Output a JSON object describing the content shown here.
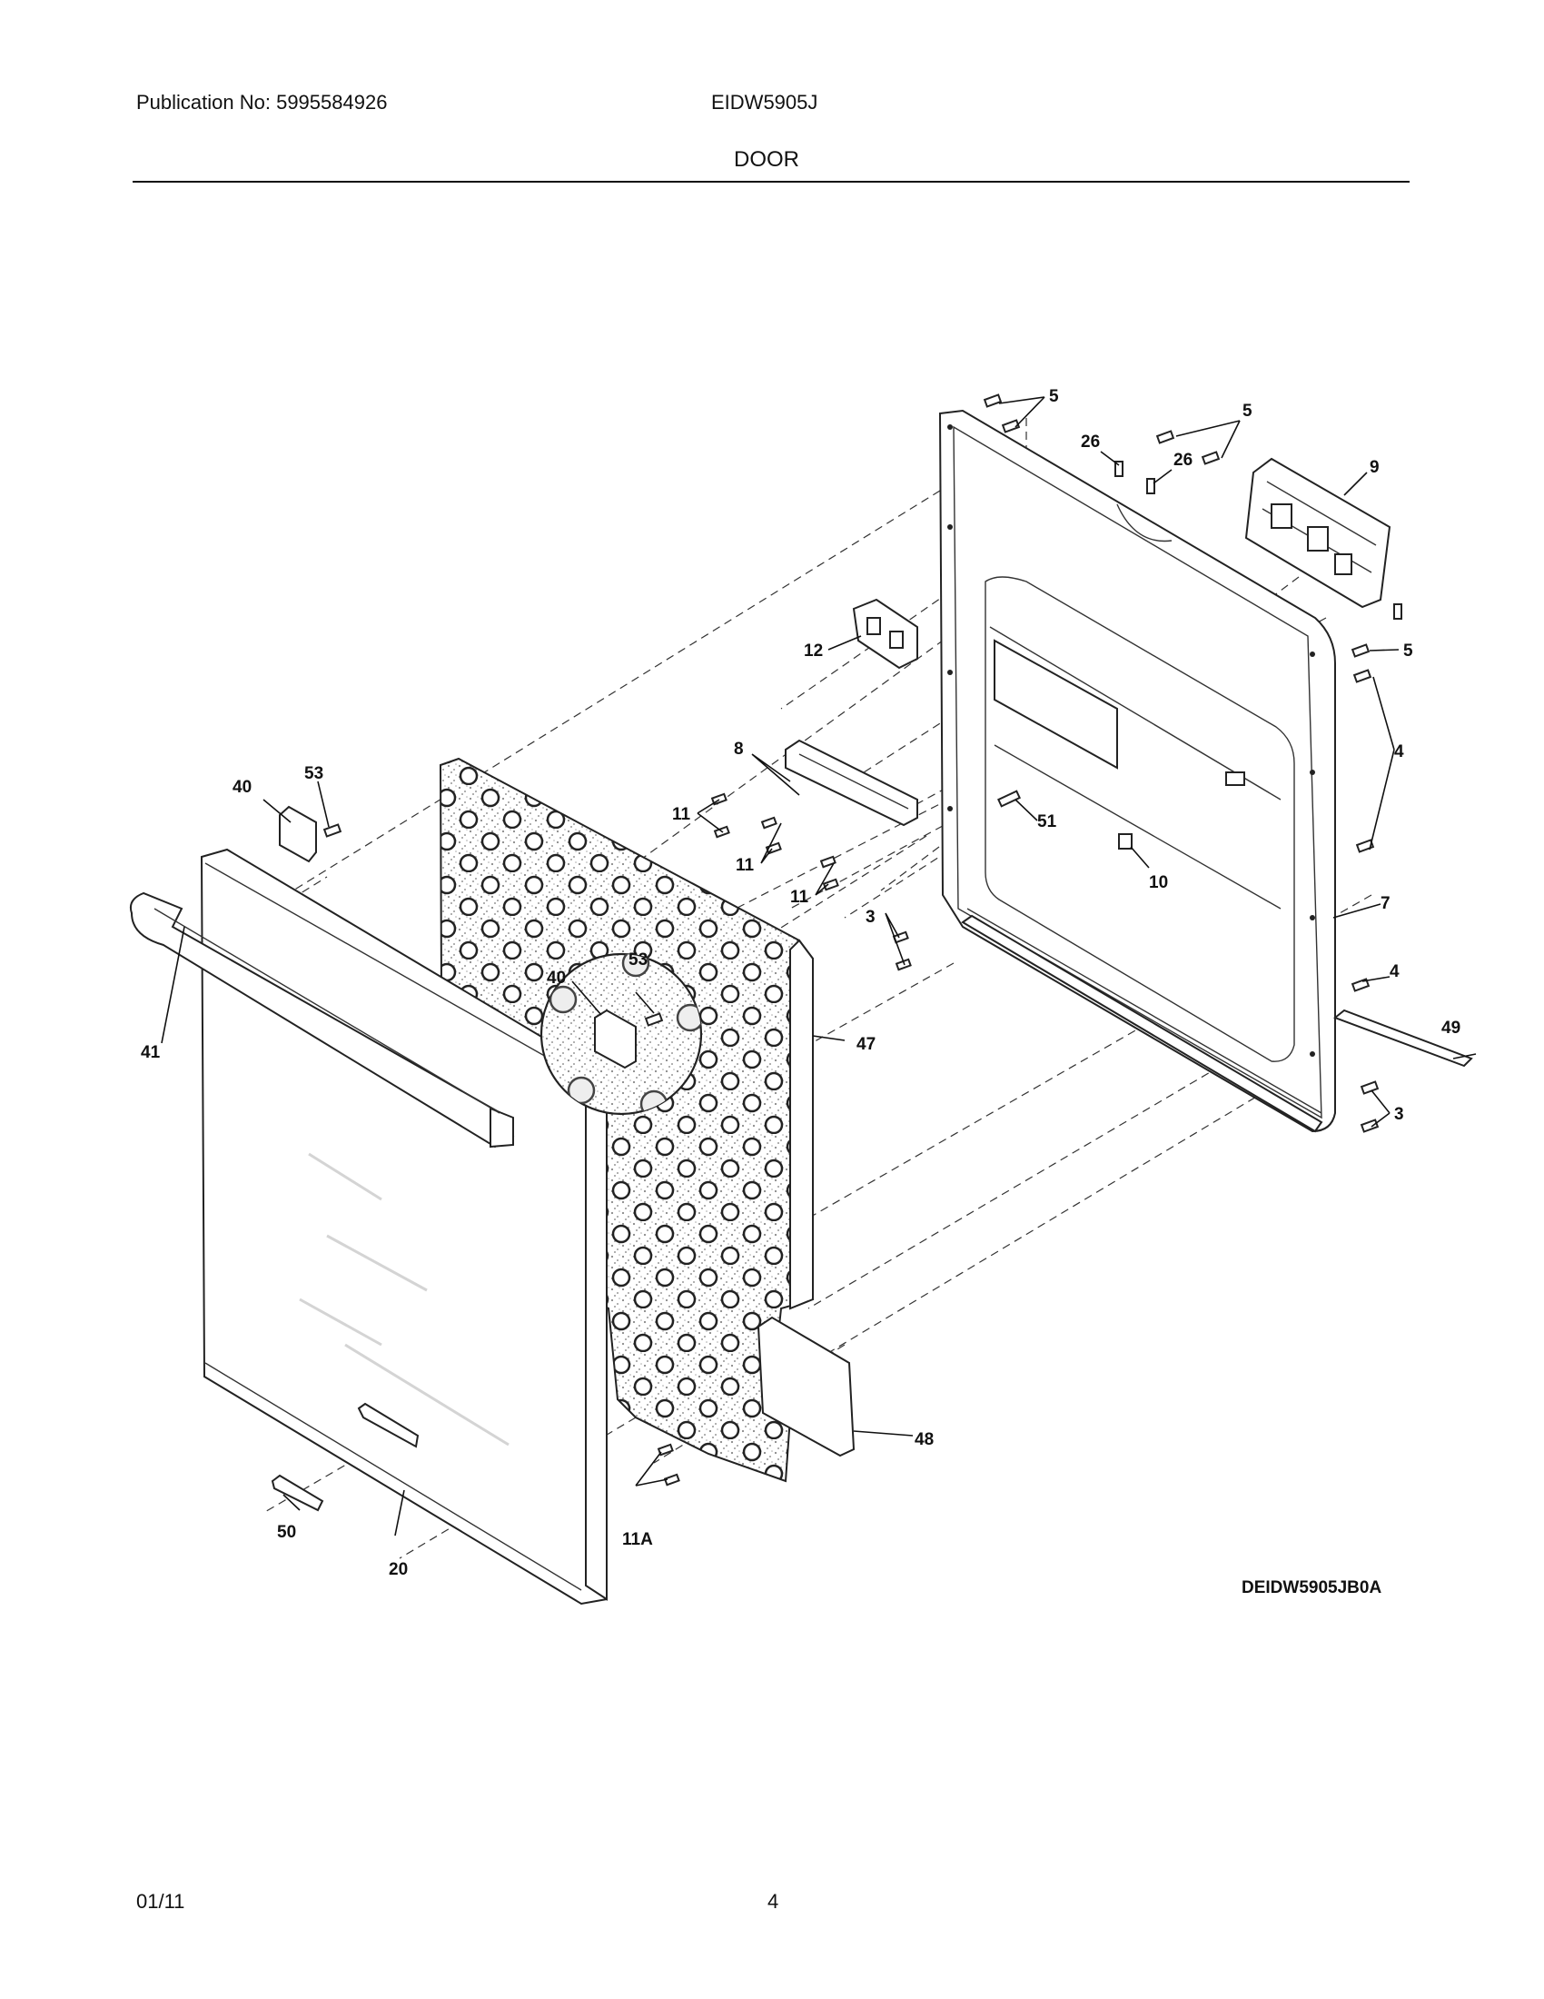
{
  "header": {
    "publication": "Publication No: 5995584926",
    "model": "EIDW5905J",
    "section_title": "DOOR"
  },
  "diagram": {
    "code": "DEIDW5905JB0A",
    "callouts": [
      "5",
      "5",
      "26",
      "26",
      "9",
      "12",
      "5",
      "8",
      "4",
      "11",
      "51",
      "11",
      "10",
      "11",
      "3",
      "7",
      "4",
      "49",
      "3",
      "40",
      "53",
      "40",
      "53",
      "41",
      "47",
      "48",
      "50",
      "11A",
      "20"
    ]
  },
  "footer": {
    "date": "01/11",
    "page": "4"
  }
}
